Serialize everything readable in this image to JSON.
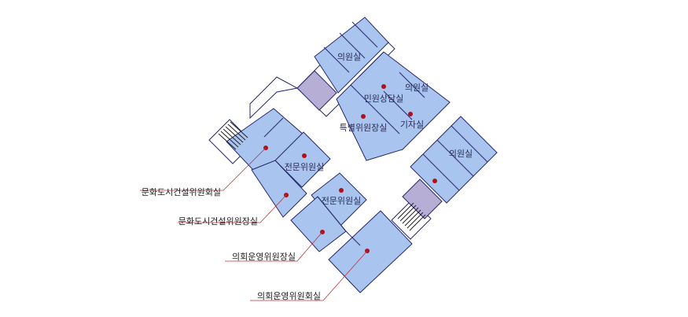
{
  "rooms": {
    "member_office_top": "의원실",
    "member_office_mid": "의원실",
    "civil_consultation": "민원상담실",
    "special_committee": "특별위원장실",
    "press_room": "기자실",
    "expert_committee_1": "전문위원실",
    "expert_committee_2": "전문위원실",
    "member_office_right": "의원실"
  },
  "callouts": {
    "culture_city_meeting": "문화도시건설위원회실",
    "culture_city_chair": "문화도시건설위원장실",
    "steering_chair": "의회운영위원장실",
    "steering_meeting": "의회운영위원회실"
  },
  "colors": {
    "room": "#a9c4ef",
    "service_room": "#b7aed6",
    "outline": "#26286b",
    "marker": "#b0101a",
    "leader": "#c0343a"
  }
}
